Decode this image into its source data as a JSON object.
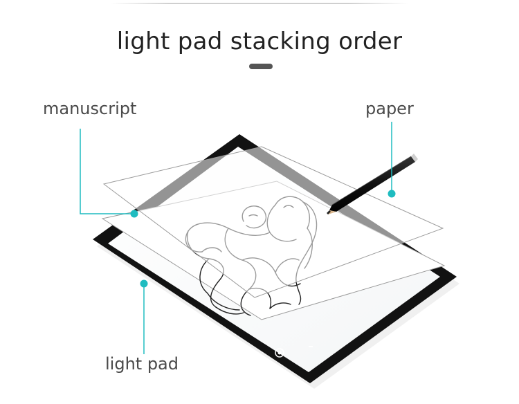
{
  "title": "light pad stacking order",
  "labels": {
    "manuscript": "manuscript",
    "paper": "paper",
    "light_pad": "light pad"
  },
  "colors": {
    "accent": "#1fbcc0",
    "title_text": "#222222",
    "label_text": "#4a4a4a",
    "pad_frame": "#111111",
    "pad_surface": "#ffffff"
  },
  "icons": {
    "power_button": "power-button-icon",
    "pencil": "pencil-icon"
  }
}
